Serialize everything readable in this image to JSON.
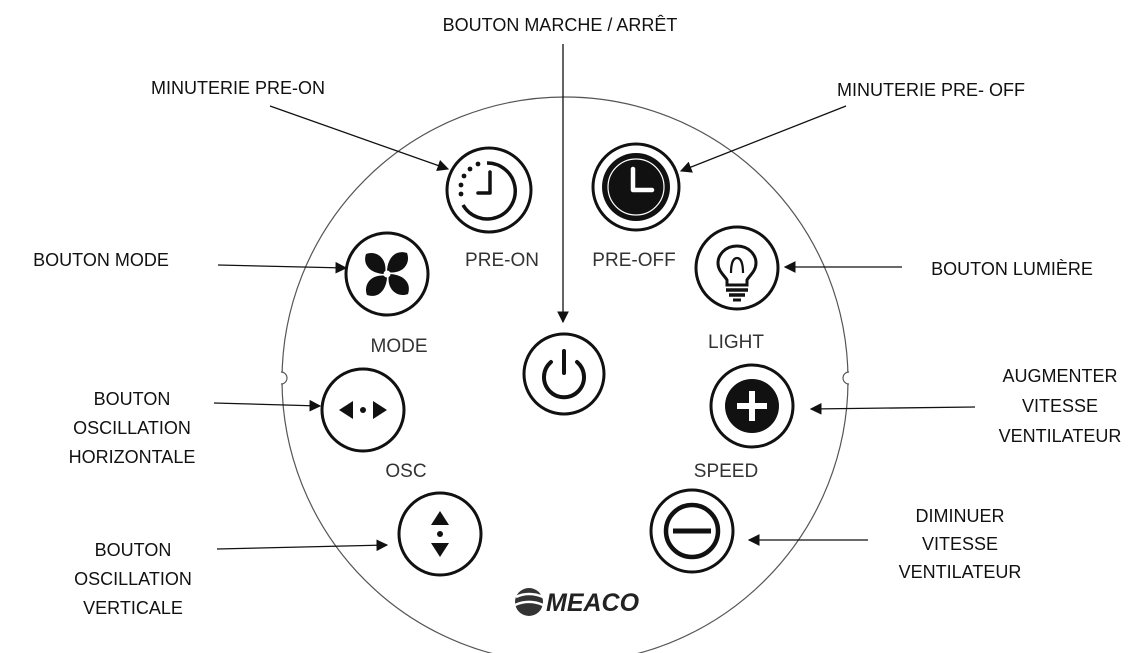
{
  "header": {
    "title": "BOUTON MARCHE / ARRÊT"
  },
  "callouts": {
    "pre_on": [
      "MINUTERIE PRE-ON"
    ],
    "pre_off": [
      "MINUTERIE PRE- OFF"
    ],
    "mode": [
      "BOUTON MODE"
    ],
    "light": [
      "BOUTON LUMIÈRE"
    ],
    "osc_h": [
      "BOUTON",
      "OSCILLATION",
      "HORIZONTALE"
    ],
    "speed_up": [
      "AUGMENTER",
      "VITESSE",
      "VENTILATEUR"
    ],
    "speed_down": [
      "DIMINUER",
      "VITESSE",
      "VENTILATEUR"
    ],
    "osc_v": [
      "BOUTON",
      "OSCILLATION",
      "VERTICALE"
    ]
  },
  "panel": {
    "buttons": {
      "pre_on": {
        "label": "PRE-ON",
        "icon": "timer-dotted-icon"
      },
      "pre_off": {
        "label": "PRE-OFF",
        "icon": "clock-filled-icon"
      },
      "mode": {
        "label": "MODE",
        "icon": "fan-icon"
      },
      "light": {
        "label": "LIGHT",
        "icon": "bulb-icon"
      },
      "power": {
        "label": "",
        "icon": "power-icon"
      },
      "osc": {
        "label": "OSC",
        "icon": "left-right-arrows-icon"
      },
      "speed": {
        "label": "SPEED",
        "icon": "plus-icon"
      },
      "minus": {
        "label": "",
        "icon": "minus-icon"
      },
      "vertical": {
        "label": "",
        "icon": "up-down-arrows-icon"
      }
    },
    "brand": "MEACO"
  },
  "colors": {
    "ink": "#111111",
    "panel_border": "#555555"
  }
}
